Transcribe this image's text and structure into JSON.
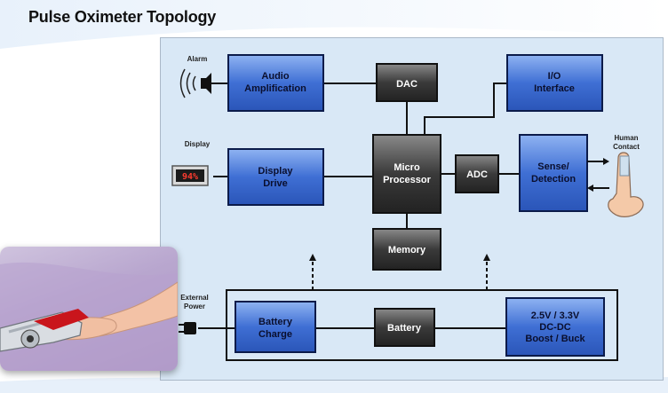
{
  "title": "Pulse Oximeter Topology",
  "blocks": {
    "audio": [
      "Audio",
      "Amplification"
    ],
    "dac": "DAC",
    "io": [
      "I/O",
      "Interface"
    ],
    "display_drive": [
      "Display",
      "Drive"
    ],
    "micro": [
      "Micro",
      "Processor"
    ],
    "adc": "ADC",
    "sense": [
      "Sense/",
      "Detection"
    ],
    "memory": "Memory",
    "battery_charge": [
      "Battery",
      "Charge"
    ],
    "battery": "Battery",
    "dcdc": [
      "2.5V / 3.3V",
      "DC-DC",
      "Boost / Buck"
    ]
  },
  "labels": {
    "alarm": "Alarm",
    "display": "Display",
    "display_reading": "94%",
    "human_contact": [
      "Human",
      "Contact"
    ],
    "external_power": [
      "External",
      "Power"
    ]
  },
  "colors": {
    "blue_block": "#3f6fd4",
    "gray_block": "#3a3a3a",
    "panel": "#d9e8f6"
  },
  "icons": {
    "alarm": "speaker-icon",
    "display": "lcd-display-icon",
    "human_contact": "finger-sensor-icon",
    "external_power": "power-plug-icon",
    "photo": "finger-pulse-oximeter-photo"
  }
}
